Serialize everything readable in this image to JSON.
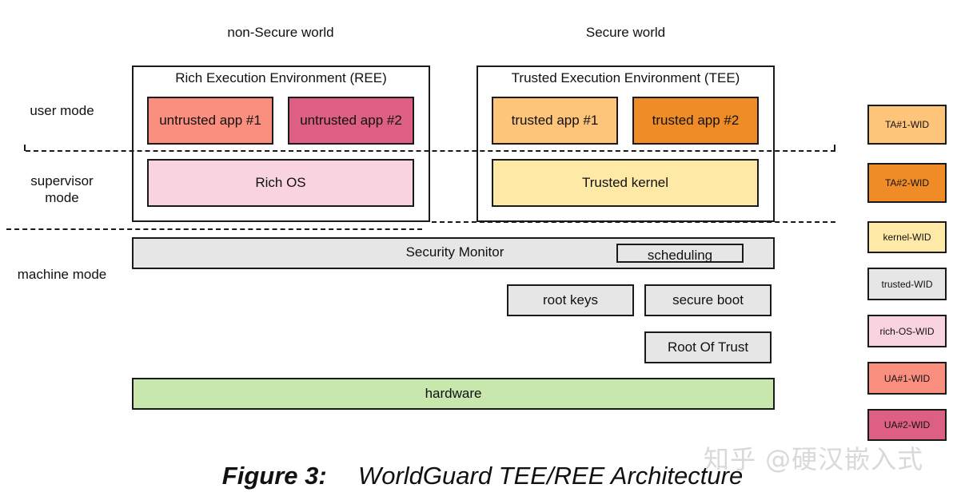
{
  "header": {
    "non_secure_world": "non-Secure world",
    "secure_world": "Secure world"
  },
  "modes": {
    "user": "user mode",
    "supervisor": "supervisor mode",
    "machine": "machine mode"
  },
  "ree": {
    "title": "Rich Execution Environment (REE)",
    "untrusted_app_1": "untrusted app #1",
    "untrusted_app_2": "untrusted app #2",
    "rich_os": "Rich OS"
  },
  "tee": {
    "title": "Trusted Execution Environment (TEE)",
    "trusted_app_1": "trusted app #1",
    "trusted_app_2": "trusted app #2",
    "trusted_kernel": "Trusted kernel"
  },
  "machine": {
    "security_monitor": "Security Monitor",
    "scheduling": "scheduling",
    "root_keys": "root keys",
    "secure_boot": "secure boot",
    "root_of_trust": "Root Of Trust",
    "hardware": "hardware"
  },
  "wid_legend": [
    {
      "label": "TA#1-WID",
      "color": "#fdc47a"
    },
    {
      "label": "TA#2-WID",
      "color": "#f08c28"
    },
    {
      "label": "kernel-WID",
      "color": "#fee9a6"
    },
    {
      "label": "trusted-WID",
      "color": "#e6e6e6"
    },
    {
      "label": "rich-OS-WID",
      "color": "#f9d3df"
    },
    {
      "label": "UA#1-WID",
      "color": "#fb8f7f"
    },
    {
      "label": "UA#2-WID",
      "color": "#dd5f84"
    }
  ],
  "caption": {
    "number": "Figure 3:",
    "text": "WorldGuard TEE/REE Architecture"
  },
  "watermark": "知乎 @硬汉嵌入式",
  "colors": {
    "untrusted_app_1": "#fb8f7f",
    "untrusted_app_2": "#dd5f84",
    "rich_os": "#f9d3df",
    "trusted_app_1": "#fdc47a",
    "trusted_app_2": "#f08c28",
    "trusted_kernel": "#fee9a6",
    "gray": "#e6e6e6",
    "hardware": "#c7e7ac"
  }
}
